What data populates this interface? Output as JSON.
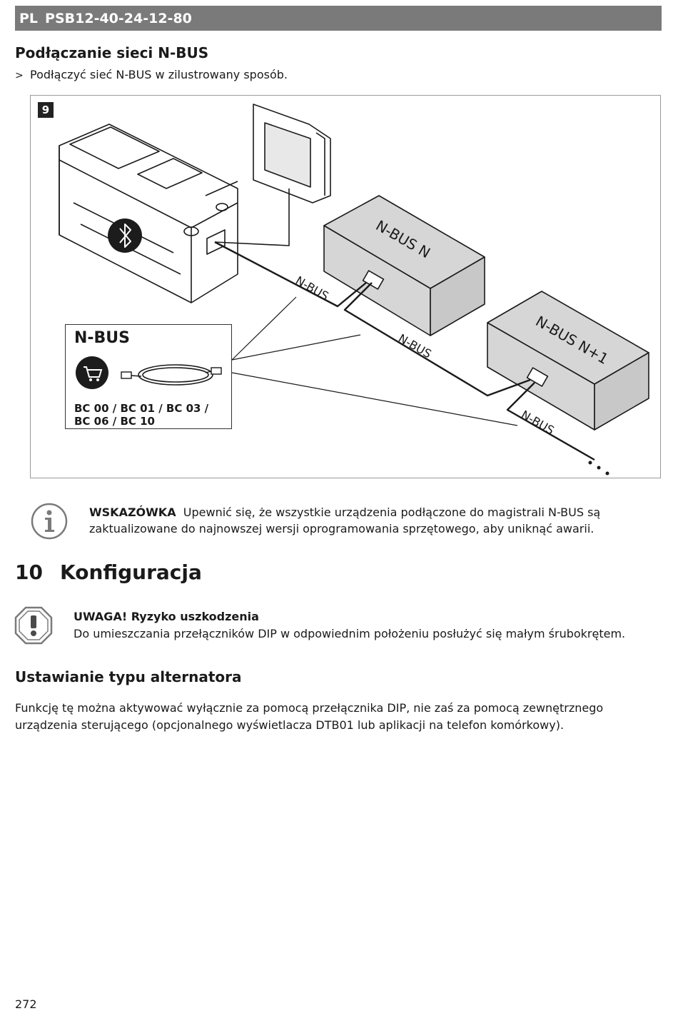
{
  "header": {
    "lang": "PL",
    "model": "PSB12-40-24-12-80"
  },
  "section1": {
    "title": "Podłączanie sieci N-BUS",
    "bullet_symbol": ">",
    "bullet_text": "Podłączyć sieć N-BUS w zilustrowany sposób."
  },
  "figure": {
    "number": "9",
    "box_n_label": "N-BUS N",
    "box_n1_label": "N-BUS N+1",
    "cable_label_1": "N-BUS",
    "cable_label_2": "N-BUS",
    "cable_label_3": "N-BUS",
    "callout_title": "N-BUS",
    "callout_codes_line1": "BC 00 / BC 01 / BC 03 /",
    "callout_codes_line2": "BC 06 / BC 10",
    "continuation": "..."
  },
  "note": {
    "label": "WSKAZÓWKA",
    "text": "Upewnić się, że wszystkie urządzenia podłączone do magistrali N-BUS są zaktualizowane do najnowszej wersji oprogramowania sprzętowego, aby uniknąć awarii."
  },
  "chapter": {
    "number": "10",
    "title": "Konfiguracja"
  },
  "warning": {
    "title": "UWAGA! Ryzyko uszkodzenia",
    "text": "Do umieszczania przełączników DIP w odpowiednim położeniu posłużyć się małym śrubokrętem."
  },
  "section2": {
    "title": "Ustawianie typu alternatora",
    "paragraph": "Funkcję tę można aktywować wyłącznie za pomocą przełącznika DIP, nie zaś za pomocą zewnętrznego urządzenia sterującego (opcjonalnego wyświetlacza DTB01 lub aplikacji na telefon komórkowy)."
  },
  "footer": {
    "page_number": "272"
  },
  "icons": [
    "bluetooth-icon",
    "shopping-cart-icon",
    "info-icon",
    "warning-icon"
  ]
}
